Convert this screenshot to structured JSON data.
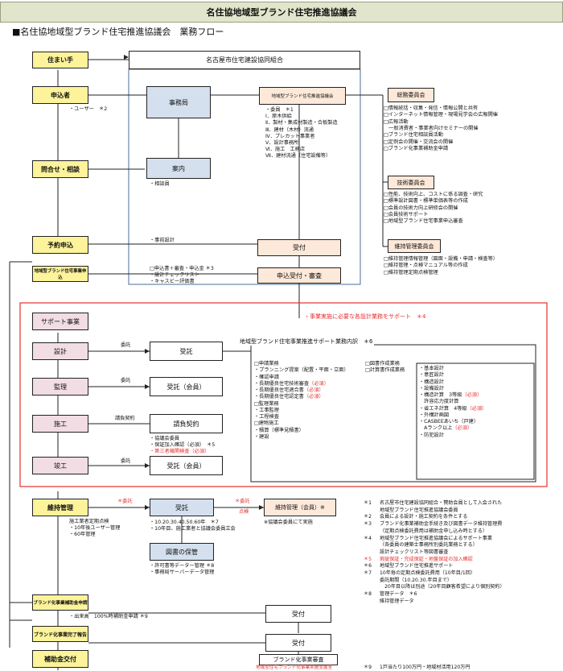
{
  "header": {
    "banner": "名住協地域型ブランド住宅推進協議会",
    "subtitle": "■名住協地域型ブランド住宅推進協議会　業務フロー"
  },
  "left_flow": {
    "sumaite": "住まい手",
    "moushikomisha": "申込者",
    "user_note": "・ユーザー　＊2",
    "toiawase": "問合せ・相談",
    "yoyaku": "予約申込",
    "chiiki_apply": "地域型ブランド住宅事業申込",
    "support": "サポート事業",
    "sekkei": "設計",
    "kanri": "監理",
    "sekou": "施工",
    "shunkou": "竣工",
    "iji": "維持管理",
    "iji_notes": [
      "施工業者定期点検",
      "・10年後ユーザー管理",
      "・60年管理"
    ],
    "hojo_apply": "ブランド化事業補助金申請",
    "hojo_note": "・出来高　100%時補助金申請 ＊9",
    "kanryo": "ブランド化事業完了報告",
    "koufu": "補助金交付"
  },
  "union": {
    "title": "名古屋市住宅建設協同組合",
    "jimukyoku": "事務局",
    "council": "地域型ブランド住宅推進協議会",
    "members": [
      "・委員　＊1",
      "Ⅰ．原木供給",
      "Ⅱ．製材・集成材製造・合板製造",
      "Ⅲ．建材（木材）流通",
      "Ⅳ．プレカット事業者",
      "Ⅴ．設計事務所",
      "Ⅵ．施工　工務店",
      "Ⅶ．建材流通（住宅設備等）"
    ],
    "annai": "案内",
    "soudanin": "・相談員",
    "jizen": "・事前設計",
    "uketsuke": "受付",
    "shinsa": "申込受付・審査",
    "apply_notes": [
      "□申込書＋審査・申込金 ＊3",
      "・設計チェックリスト",
      "・キャスビー評価書"
    ]
  },
  "committees": {
    "soumu": "総務委員会",
    "soumu_items": [
      "□情報統括・収集・発信・情報公開と共有",
      "□インターネット情報管理・現場見学会の広報開催",
      "□広報活動",
      "　一般消費者・事業者向けセミナーの開催",
      "□ブランド住宅相談員活動",
      "□定例会の開催・交流会の開催",
      "□ブランド化事業補助金申請"
    ],
    "gijutsu": "技術委員会",
    "gijutsu_items": [
      "□性能、技術向上、コストに係る調査・研究",
      "□標準設計図書・標準単価表等の作成",
      "□会員の技術力向上研修会の開催",
      "□会員技術サポート",
      "□地域型ブランド住宅事業申込審査"
    ],
    "ijikanri": "維持管理委員会",
    "ijikanri_items": [
      "□維持管理情報管理（図面・設備・申請・検査等）",
      "□維持管理・点検マニュアル等の作成",
      "□維持管理定期点検管理"
    ]
  },
  "support": {
    "banner": "・事業実施に必要な各設計業務をサポート　＊4",
    "itaku": "委託",
    "juutaku": "受託",
    "juutaku_kaiin": "受託（会員）",
    "ukeoi_keiyaku": "請負契約",
    "title": "地域型ブランド住宅事業推進サポート業務内訳　＊6",
    "sekou_notes": [
      "・協議会委員",
      "・保証加入確認（必須）　＊5",
      "・第三者機関検査（必須）"
    ],
    "col1": [
      {
        "text": "□申請業務",
        "red": ""
      },
      {
        "text": "・プランニング提案（配置・平面・立面）",
        "red": ""
      },
      {
        "text": "・確認申請",
        "red": ""
      },
      {
        "text": "・長期優良住宅技術審査",
        "red": "（必須）"
      },
      {
        "text": "・長期優良住宅適合書",
        "red": "（必須）"
      },
      {
        "text": "・長期優良住宅認定書",
        "red": "（必須）"
      },
      {
        "text": "□監理業務",
        "red": ""
      },
      {
        "text": "・工事監理",
        "red": ""
      },
      {
        "text": "・工程検査",
        "red": ""
      },
      {
        "text": "□建物施工",
        "red": ""
      },
      {
        "text": "・積算（標準見積書）",
        "red": ""
      },
      {
        "text": "・建設",
        "red": ""
      }
    ],
    "col2": [
      "□図書作成業務",
      "□計算書作成業務"
    ],
    "col3": [
      {
        "text": "・基本設計",
        "red": ""
      },
      {
        "text": "・意匠設計",
        "red": ""
      },
      {
        "text": "・構造設計",
        "red": ""
      },
      {
        "text": "・設備設計",
        "red": ""
      },
      {
        "text": "・構造計算　3等級",
        "red": "（必須）"
      },
      {
        "text": "　許容応力度計算",
        "red": ""
      },
      {
        "text": "・省エネ計算　4等級",
        "red": "（必須）"
      },
      {
        "text": "・外構計画図",
        "red": ""
      },
      {
        "text": "・CASBEEあいち（戸建）",
        "red": ""
      },
      {
        "text": "　Aランク以上",
        "red": "（必須）"
      },
      {
        "text": "・防犯設計",
        "red": ""
      }
    ]
  },
  "bottom": {
    "itaku_red": "＊委託",
    "itaku_tenken": "＊委託",
    "tenken": "点検",
    "juutaku": "受託",
    "iji_member": "維持管理（会員）※",
    "kyogikai_note": "※協議会委員にて実施",
    "years_note": [
      "・10.20.30.40.50.60年　＊7",
      "・10年目、施工業者と協議会委員立会"
    ],
    "zusho": "図書の保管",
    "zusho_notes": [
      "・許可書等データー管理 ＊8",
      "・事務局サーバーデータ管理"
    ],
    "uketsuke1": "受付",
    "uketsuke2": "受付",
    "brand_shinsa": "ブランド化事業審査",
    "brand_sub": "地域型住宅ブランド化事業実施支援室"
  },
  "footnotes": [
    {
      "mark": "＊1",
      "text": "名古屋市住宅建設協同組合・賛助会員として入会された",
      "red": false
    },
    {
      "mark": "",
      "text": "地域型ブランド住宅推進協議会委員",
      "red": false
    },
    {
      "mark": "＊2",
      "text": "会員による設計・施工契約を条件とする",
      "red": false
    },
    {
      "mark": "＊3",
      "text": "ブランド化事業補助金手続き及び図書データ維持管理費",
      "red": false
    },
    {
      "mark": "",
      "text": "（定期点検委託費用は補助金申し込み時とする）",
      "red": false
    },
    {
      "mark": "＊4",
      "text": "地域型ブランド住宅推進協議会によるサポート事業",
      "red": false
    },
    {
      "mark": "",
      "text": "（各委員の建築士事務所別委託業務とする）",
      "red": false
    },
    {
      "mark": "",
      "text": "設計チェックリスト等図書審査",
      "red": false
    },
    {
      "mark": "＊5",
      "text": "瑕疵保証・完成保証・地盤保証の加入確認",
      "red": true
    },
    {
      "mark": "＊6",
      "text": "地域型ブランド住宅推進サポート",
      "red": false
    },
    {
      "mark": "＊7",
      "text": "10年毎の定期点検委託費用（10年目/1回）",
      "red": false
    },
    {
      "mark": "",
      "text": "委託期間（10.20.30.年目まで）",
      "red": false
    },
    {
      "mark": "",
      "text": "　20年目以降は別途（20年目顧客希望により個別契約）",
      "red": false
    },
    {
      "mark": "＊8",
      "text": "管理データ　＊6",
      "red": false
    },
    {
      "mark": "",
      "text": "維持管理データ",
      "red": false
    }
  ],
  "footnote9": {
    "mark": "＊9",
    "text": "1戸当たり100万円・地域材活用120万円"
  },
  "colors": {
    "yellow": "#fcf39a",
    "blue": "#d4e0ee",
    "pink": "#f1dde3",
    "peach": "#fde9d9",
    "red": "#e53030",
    "banner": "#e1e5cb"
  }
}
